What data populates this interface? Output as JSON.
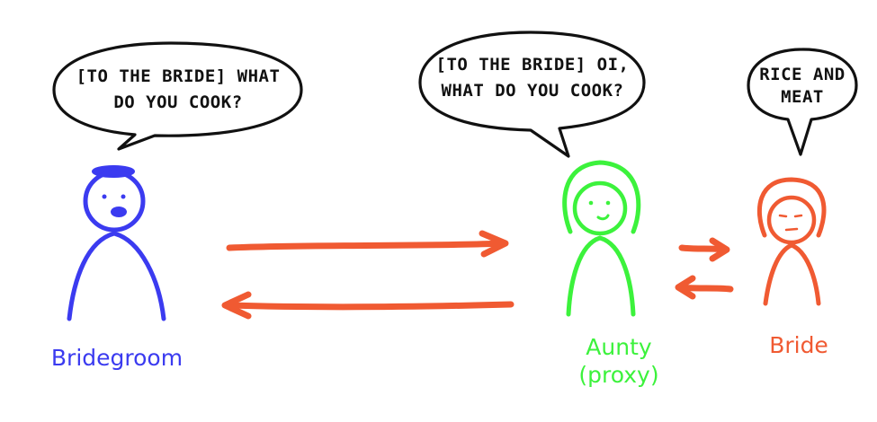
{
  "colors": {
    "bridegroom": "#3b3bf0",
    "aunty": "#3cf23c",
    "bride": "#f05a32",
    "arrow": "#f05a32",
    "bubble_outline": "#111111",
    "background": "#ffffff"
  },
  "bubbles": {
    "bridegroom": {
      "line1": "[TO THE BRIDE] WHAT",
      "line2": "DO YOU COOK?"
    },
    "aunty": {
      "line1": "[TO THE BRIDE] OI,",
      "line2": "WHAT DO YOU COOK?"
    },
    "bride": {
      "line1": "RICE AND",
      "line2": "MEAT"
    }
  },
  "labels": {
    "bridegroom": "Bridegroom",
    "aunty_line1": "Aunty",
    "aunty_line2": "(proxy)",
    "bride": "Bride"
  },
  "icons": {
    "bridegroom": "stick-figure-with-cap",
    "aunty": "stick-figure-with-hair",
    "bride": "stick-figure-with-hair",
    "arrows": "hand-drawn-arrow"
  }
}
